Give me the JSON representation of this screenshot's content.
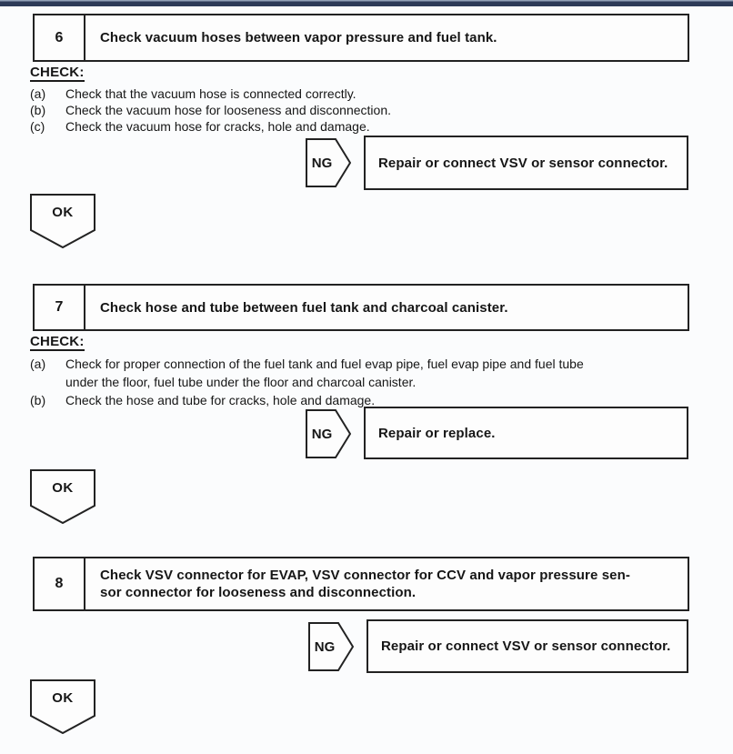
{
  "page": {
    "top_bar_color": "#2d3b58",
    "background_color": "#fbfcfd",
    "text_color": "#161616"
  },
  "steps": [
    {
      "number": "6",
      "title_lines": [
        "Check vacuum hoses between vapor pressure and fuel tank."
      ],
      "check_heading": "CHECK:",
      "check_items": [
        {
          "marker": "(a)",
          "text": "Check that the vacuum hose is connected correctly."
        },
        {
          "marker": "(b)",
          "text": "Check the vacuum hose for looseness and disconnection."
        },
        {
          "marker": "(c)",
          "text": "Check the vacuum hose for cracks, hole and damage."
        }
      ],
      "ng_label": "NG",
      "ng_action": "Repair or connect VSV or sensor connector.",
      "ok_label": "OK"
    },
    {
      "number": "7",
      "title_lines": [
        "Check hose and tube between fuel tank and charcoal canister."
      ],
      "check_heading": "CHECK:",
      "check_items": [
        {
          "marker": "(a)",
          "text": "Check for proper connection of the fuel tank and fuel evap pipe, fuel evap pipe and fuel tube under the floor, fuel tube under the floor and charcoal canister."
        },
        {
          "marker": "(b)",
          "text": "Check the hose and tube for cracks, hole and damage."
        }
      ],
      "ng_label": "NG",
      "ng_action": "Repair or replace.",
      "ok_label": "OK"
    },
    {
      "number": "8",
      "title_lines": [
        "Check VSV connector for EVAP, VSV connector for CCV and vapor pressure sen-",
        "sor connector for looseness and disconnection."
      ],
      "check_heading": "",
      "check_items": [],
      "ng_label": "NG",
      "ng_action": "Repair or connect VSV or sensor connector.",
      "ok_label": "OK"
    }
  ]
}
